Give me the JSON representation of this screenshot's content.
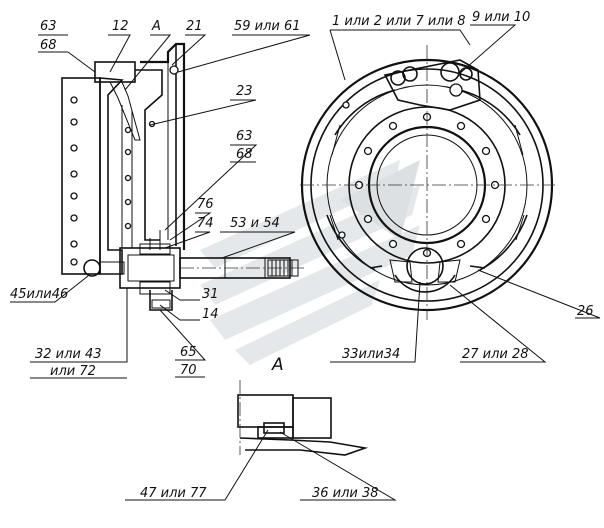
{
  "labels": {
    "l63_top": "63",
    "l68_top": "68",
    "l12": "12",
    "lA_top": "A",
    "l21": "21",
    "l59_61": "59 или 61",
    "l1_2_7_8": "1 или 2 или 7 или 8",
    "l9_10": "9 или 10",
    "l23": "23",
    "l63_mid": "63",
    "l68_mid": "68",
    "l76": "76",
    "l74": "74",
    "l53_54": "53 и 54",
    "l45_46": "45или46",
    "l31": "31",
    "l14": "14",
    "l26": "26",
    "l32_43": "32 или 43",
    "l72": "или 72",
    "l65": "65",
    "l70": "70",
    "l33_34": "33или34",
    "l27_28": "27 или 28",
    "lA_view": "A",
    "l47_77": "47 или 77",
    "l36_38": "36 или 38"
  },
  "colors": {
    "line": "#111111",
    "watermark": "#e3e6e8"
  }
}
